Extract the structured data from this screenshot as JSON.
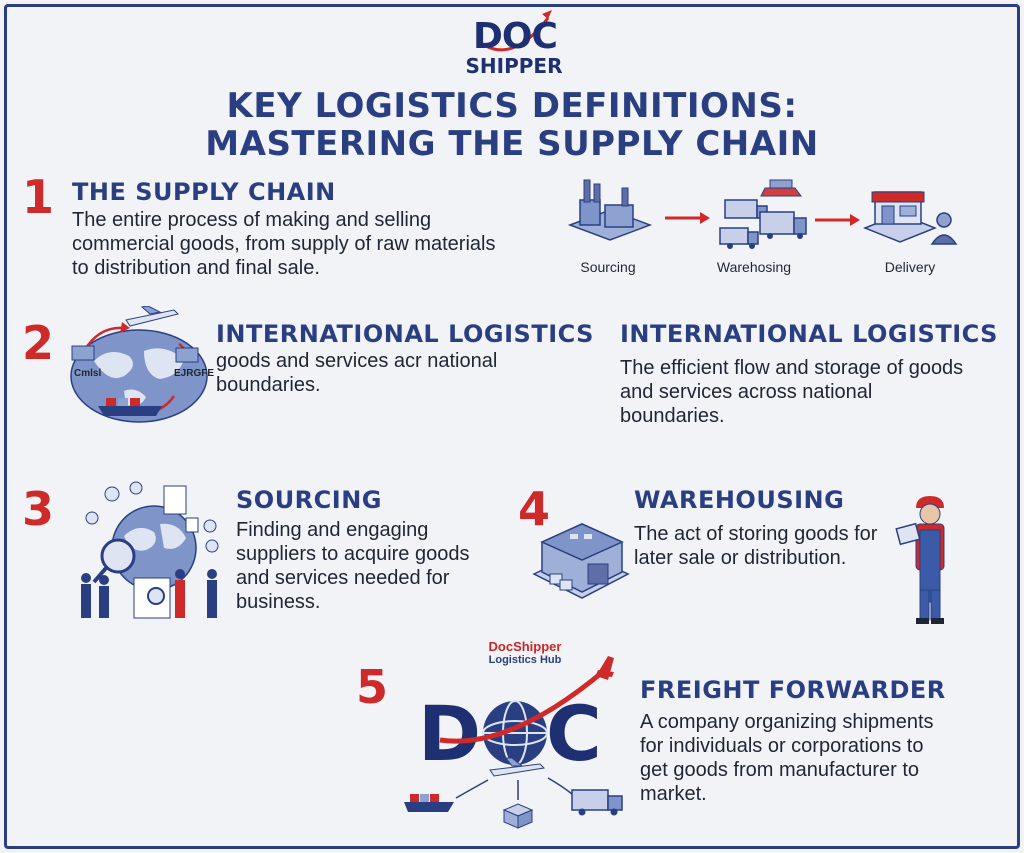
{
  "logo": {
    "doc": "DOC",
    "shipper": "SHIPPER"
  },
  "title": {
    "line1": "KEY LOGISTICS DEFINITIONS:",
    "line2": "MASTERING THE SUPPLY CHAIN"
  },
  "sections": {
    "supply_chain": {
      "number": "1",
      "heading": "THE SUPPLY CHAIN",
      "lines": [
        "The entire process of making and selling",
        "commercial goods, from supply of raw materials",
        "to distribution and final sale."
      ],
      "flow_labels": [
        "Sourcing",
        "Warehosing",
        "Delivery"
      ]
    },
    "international_left": {
      "number": "2",
      "heading": "INTERNATIONAL LOGISTICS",
      "lines": [
        "goods and services acr national",
        "boundaries."
      ],
      "globe_labels": [
        "Cmlsl",
        "EJRGFE"
      ]
    },
    "international_right": {
      "heading": "INTERNATIONAL LOGISTICS",
      "lines": [
        "The efficient flow and storage of goods",
        "and services across national",
        "boundaries."
      ]
    },
    "sourcing": {
      "number": "3",
      "heading": "SOURCING",
      "lines": [
        "Finding and engaging",
        "suppliers to acquire goods",
        "and services needed for",
        "business."
      ]
    },
    "warehousing": {
      "number": "4",
      "heading": "WAREHOUSING",
      "lines": [
        "The act of storing goods for",
        "later sale or distribution."
      ]
    },
    "freight_forwarder": {
      "number": "5",
      "hub_name_1": "DocShipper",
      "hub_name_2": "Logistics Hub",
      "heading": "FREIGHT FORWARDER",
      "lines": [
        "A company organizing shipments",
        "for individuals or corporations to",
        "get goods from manufacturer to",
        "market."
      ]
    }
  },
  "colors": {
    "navy": "#2a3f82",
    "red": "#cf2a2a",
    "background": "#f2f3f6"
  }
}
